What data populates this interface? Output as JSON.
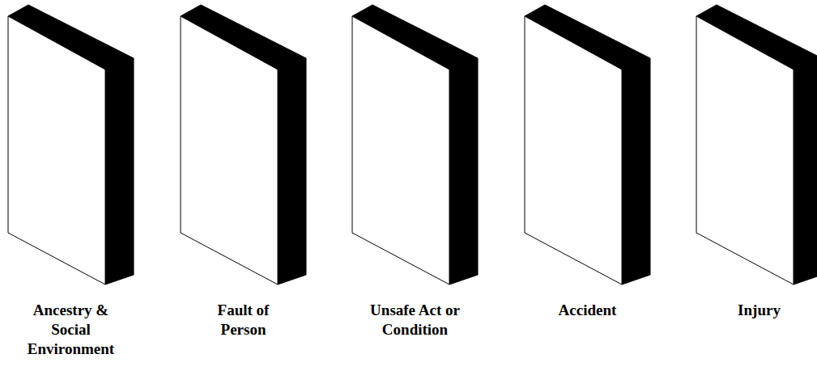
{
  "diagram": {
    "nodes": [
      {
        "text": [
          "Ancestry & Social Environment"
        ]
      },
      {
        "text": [
          "Fault of Person"
        ]
      },
      {
        "text": [
          "Unsafe Act or Condition"
        ]
      },
      {
        "text": [
          "Accident"
        ]
      },
      {
        "text": [
          "Injury"
        ]
      }
    ]
  }
}
